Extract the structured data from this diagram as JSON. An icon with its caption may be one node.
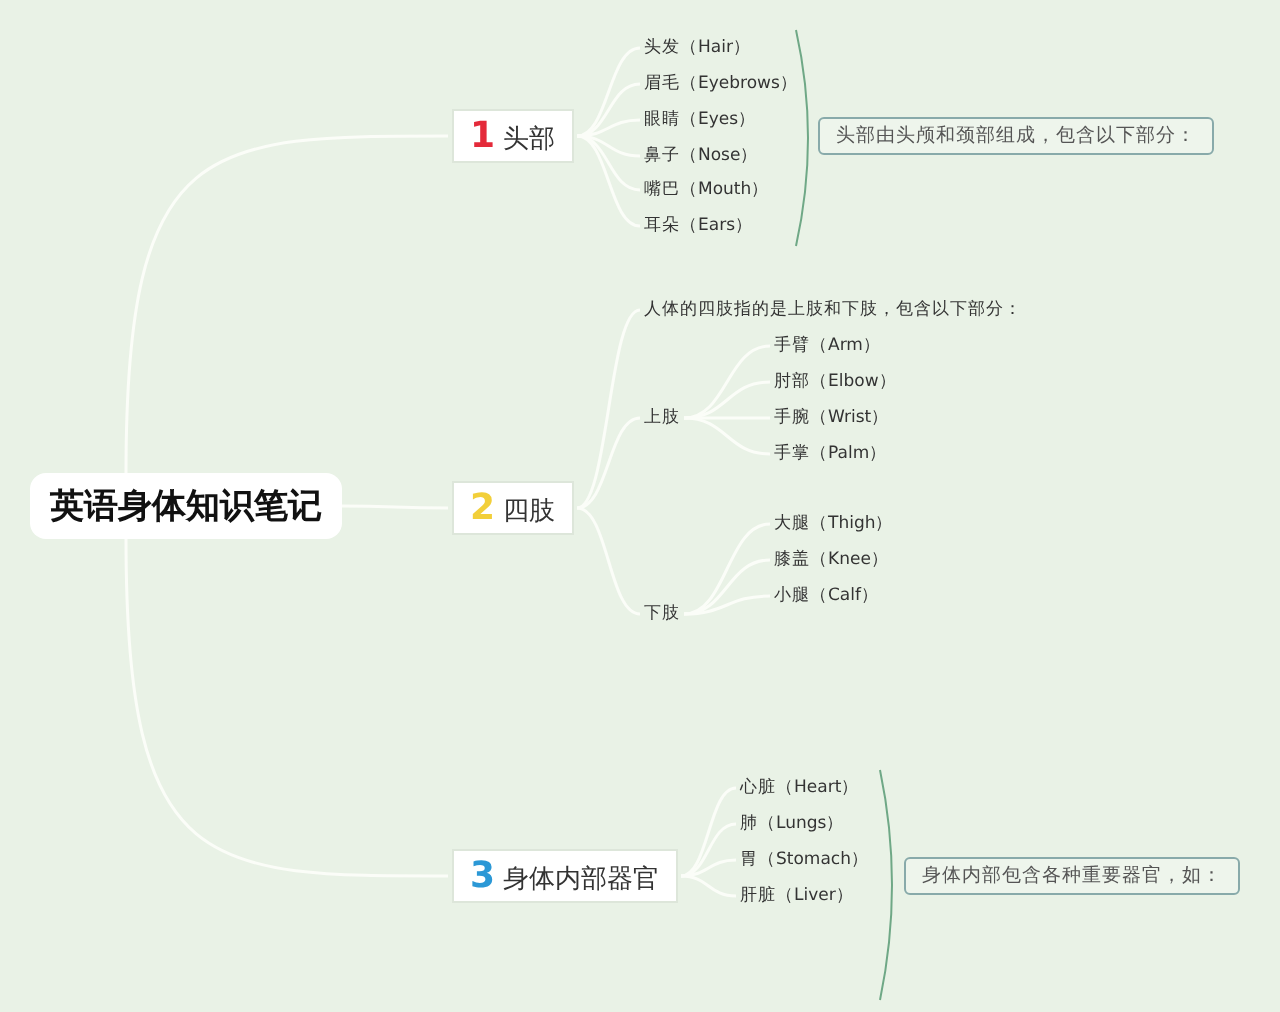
{
  "diagram": {
    "nodes": [
      {
        "text": [
          "英语身体知识笔记"
        ]
      },
      {
        "text": [
          "1",
          "头部"
        ]
      },
      {
        "text": [
          "头发（Hair）"
        ]
      },
      {
        "text": [
          "眉毛（Eyebrows）"
        ]
      },
      {
        "text": [
          "眼睛（Eyes）"
        ]
      },
      {
        "text": [
          "鼻子（Nose）"
        ]
      },
      {
        "text": [
          "嘴巴（Mouth）"
        ]
      },
      {
        "text": [
          "耳朵（Ears）"
        ]
      },
      {
        "text": [
          "头部由头颅和颈部组成，包含以下部分："
        ]
      },
      {
        "text": [
          "2",
          "四肢"
        ]
      },
      {
        "text": [
          "人体的四肢指的是上肢和下肢，包含以下部分："
        ]
      },
      {
        "text": [
          "上肢"
        ]
      },
      {
        "text": [
          "手臂（Arm）"
        ]
      },
      {
        "text": [
          "肘部（Elbow）"
        ]
      },
      {
        "text": [
          "手腕（Wrist）"
        ]
      },
      {
        "text": [
          "手掌（Palm）"
        ]
      },
      {
        "text": [
          "下肢"
        ]
      },
      {
        "text": [
          "大腿（Thigh）"
        ]
      },
      {
        "text": [
          "膝盖（Knee）"
        ]
      },
      {
        "text": [
          "小腿（Calf）"
        ]
      },
      {
        "text": [
          "3",
          "身体内部器官"
        ]
      },
      {
        "text": [
          "心脏（Heart）"
        ]
      },
      {
        "text": [
          "肺（Lungs）"
        ]
      },
      {
        "text": [
          "胃（Stomach）"
        ]
      },
      {
        "text": [
          "肝脏（Liver）"
        ]
      },
      {
        "text": [
          "身体内部包含各种重要器官，如："
        ]
      }
    ],
    "edges": [
      {
        "from": 0,
        "to": 1,
        "arrow": "none"
      },
      {
        "from": 0,
        "to": 9,
        "arrow": "none"
      },
      {
        "from": 0,
        "to": 20,
        "arrow": "none"
      },
      {
        "from": 1,
        "to": 2,
        "arrow": "none"
      },
      {
        "from": 1,
        "to": 3,
        "arrow": "none"
      },
      {
        "from": 1,
        "to": 4,
        "arrow": "none"
      },
      {
        "from": 1,
        "to": 5,
        "arrow": "none"
      },
      {
        "from": 1,
        "to": 6,
        "arrow": "none"
      },
      {
        "from": 1,
        "to": 7,
        "arrow": "none"
      },
      {
        "from": 9,
        "to": 10,
        "arrow": "none"
      },
      {
        "from": 9,
        "to": 11,
        "arrow": "none"
      },
      {
        "from": 9,
        "to": 16,
        "arrow": "none"
      },
      {
        "from": 11,
        "to": 12,
        "arrow": "none"
      },
      {
        "from": 11,
        "to": 13,
        "arrow": "none"
      },
      {
        "from": 11,
        "to": 14,
        "arrow": "none"
      },
      {
        "from": 11,
        "to": 15,
        "arrow": "none"
      },
      {
        "from": 16,
        "to": 17,
        "arrow": "none"
      },
      {
        "from": 16,
        "to": 18,
        "arrow": "none"
      },
      {
        "from": 16,
        "to": 19,
        "arrow": "none"
      },
      {
        "from": 20,
        "to": 21,
        "arrow": "none"
      },
      {
        "from": 20,
        "to": 22,
        "arrow": "none"
      },
      {
        "from": 20,
        "to": 23,
        "arrow": "none"
      },
      {
        "from": 20,
        "to": 24,
        "arrow": "none"
      }
    ]
  }
}
